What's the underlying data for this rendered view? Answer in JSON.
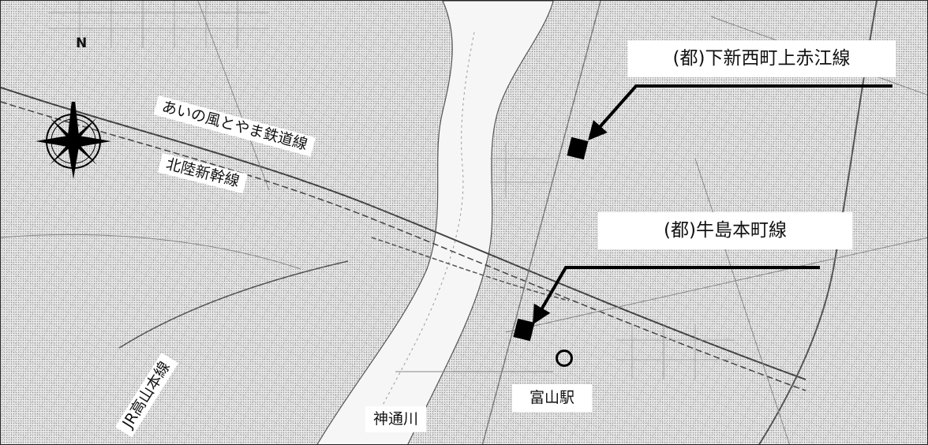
{
  "map": {
    "north_label": "N",
    "labels": {
      "route_1": "(都)下新西町上赤江線",
      "route_2": "(都)牛島本町線",
      "ainokaze_line": "あいの風とやま鉄道線",
      "hokuriku_shinkansen": "北陸新幹線",
      "jr_takayama_line": "JR高山本線",
      "toyama_station": "富山駅",
      "jinzu_river": "神通川"
    },
    "symbols": {
      "project_site": "filled-black-rectangle",
      "station": "open-circle",
      "leader": "black-arrow"
    },
    "colors": {
      "basemap": "#e9e9e9",
      "ink": "#000000",
      "label_background": "#ffffff",
      "river": "#f6f6f6"
    }
  }
}
